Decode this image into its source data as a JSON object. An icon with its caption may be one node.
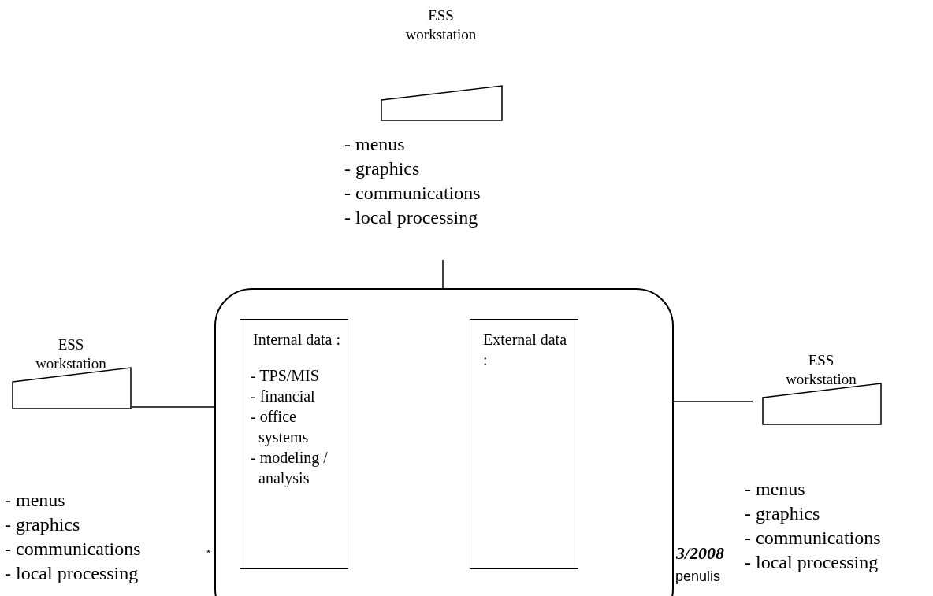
{
  "diagram": {
    "nodes": [
      {
        "text": [],
        "shape": "box"
      },
      {
        "text": [
          "Internal data :",
          "- TPS/MIS",
          "- financial",
          "- office systems",
          "- modeling / analysis"
        ],
        "in": 0
      },
      {
        "text": [
          "External data :"
        ],
        "in": 0
      },
      {
        "text": [
          "ESS workstation",
          "- menus",
          "- graphics",
          "- communications",
          "- local processing"
        ]
      },
      {
        "text": [
          "ESS workstation"
        ],
        "beside": [
          "- menus",
          "- graphics",
          "- communications",
          "- local processing"
        ]
      },
      {
        "text": [
          "ESS workstation"
        ],
        "beside": [
          "- menus",
          "- graphics",
          "- communications",
          "- local processing"
        ]
      }
    ],
    "edges": [
      {
        "from": 3,
        "to": 0,
        "arrow": "none"
      },
      {
        "from": 4,
        "to": 0,
        "arrow": "none"
      },
      {
        "from": 0,
        "to": 5,
        "arrow": "none"
      }
    ],
    "labels": [
      "*",
      "3/2008",
      "penulis"
    ]
  }
}
